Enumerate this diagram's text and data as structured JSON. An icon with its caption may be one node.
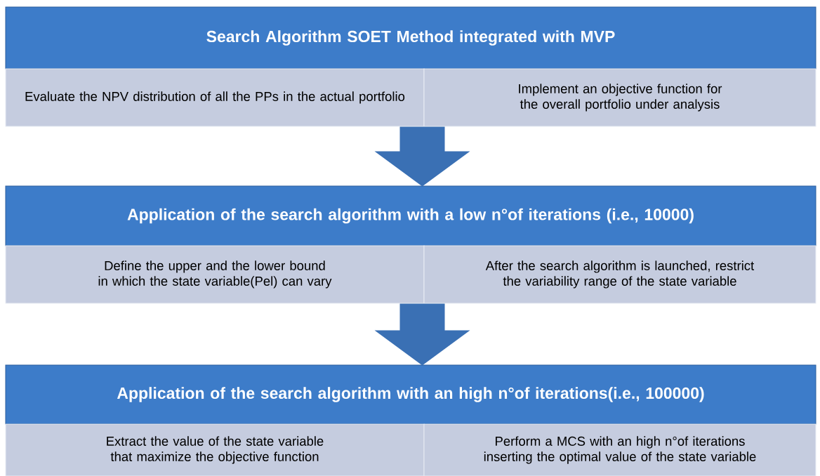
{
  "diagram": {
    "nodes": [
      {
        "text": [
          "Search Algorithm SOET Method integrated with MVP"
        ]
      },
      {
        "text": [
          "Evaluate the NPV distribution of all the PPs in the actual portfolio"
        ]
      },
      {
        "text": [
          "Implement an objective function for the overall portfolio under analysis"
        ]
      },
      {
        "text": [
          "Application of the search algorithm with a low n°of iterations (i.e., 10000)"
        ]
      },
      {
        "text": [
          "Define the upper and the lower bound in which the state variable(Pel) can vary"
        ]
      },
      {
        "text": [
          "After the search algorithm is launched, restrict the variability range of the state variable"
        ]
      },
      {
        "text": [
          "Application of the search algorithm with an high n°of iterations(i.e., 100000)"
        ]
      },
      {
        "text": [
          "Extract the value of the state variable that maximize the objective function"
        ]
      },
      {
        "text": [
          "Perform a MCS with an high n°of iterations inserting the optimal value of the state variable"
        ]
      }
    ],
    "edges": [
      {
        "from": 1,
        "to": 3,
        "arrow": "to"
      },
      {
        "from": 4,
        "to": 6,
        "arrow": "to"
      }
    ]
  }
}
